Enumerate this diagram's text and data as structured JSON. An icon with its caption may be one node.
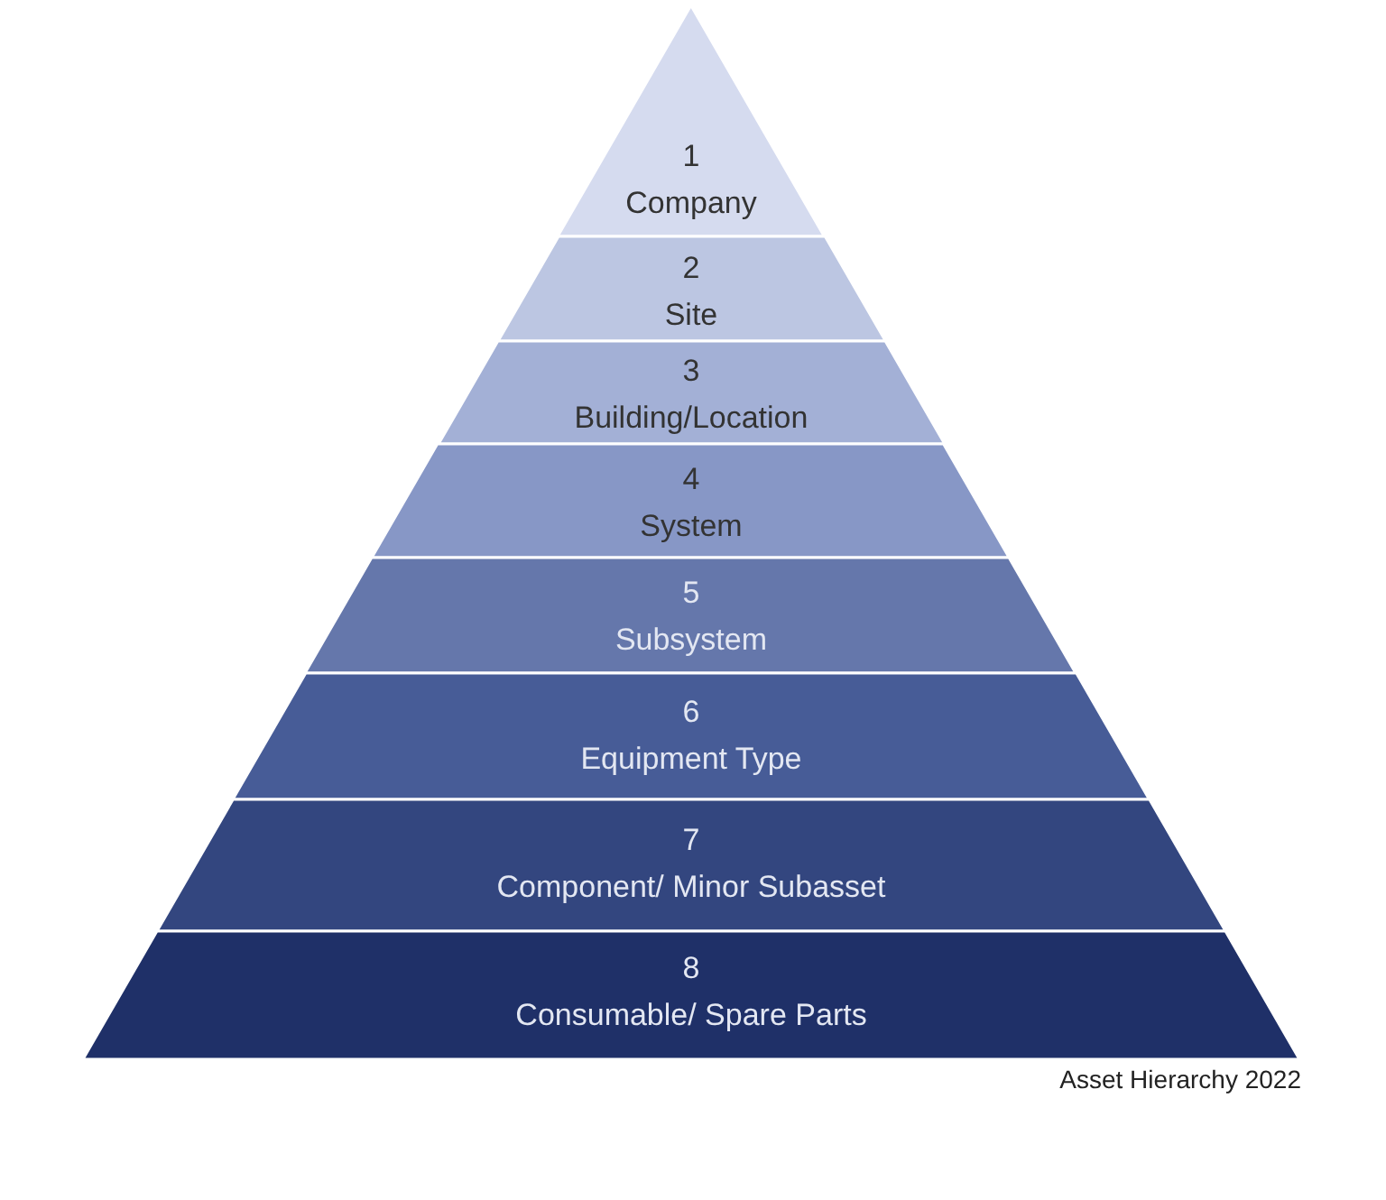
{
  "diagram": {
    "caption": "Asset Hierarchy 2022",
    "nodes": [
      {
        "text": [
          "1",
          "Company"
        ]
      },
      {
        "text": [
          "2",
          "Site"
        ]
      },
      {
        "text": [
          "3",
          "Building/Location"
        ]
      },
      {
        "text": [
          "4",
          "System"
        ]
      },
      {
        "text": [
          "5",
          "Subsystem"
        ]
      },
      {
        "text": [
          "6",
          "Equipment Type"
        ]
      },
      {
        "text": [
          "7",
          "Component/ Minor Subasset"
        ]
      },
      {
        "text": [
          "8",
          "Consumable/ Spare Parts"
        ]
      }
    ]
  }
}
